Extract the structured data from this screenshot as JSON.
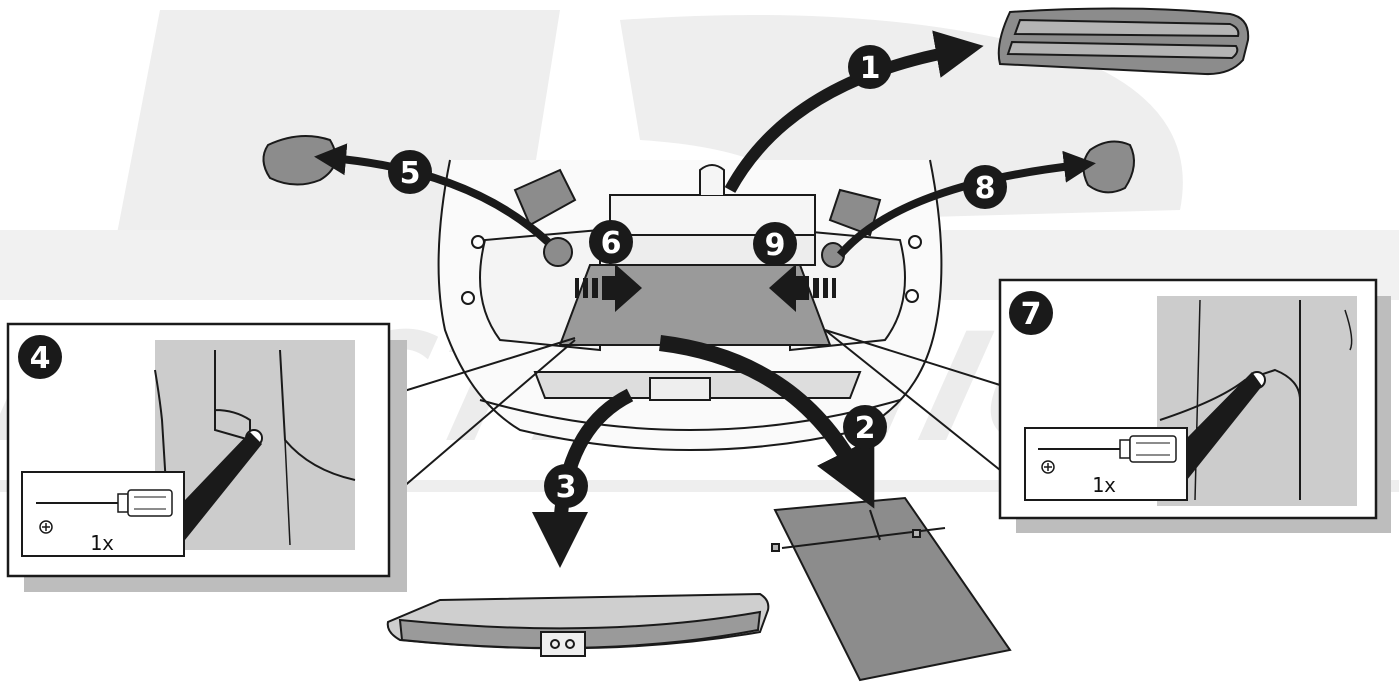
{
  "watermark": {
    "text": "ELECTRONICS"
  },
  "steps": [
    {
      "number": "1"
    },
    {
      "number": "2"
    },
    {
      "number": "3"
    },
    {
      "number": "4"
    },
    {
      "number": "5"
    },
    {
      "number": "6"
    },
    {
      "number": "7"
    },
    {
      "number": "8"
    },
    {
      "number": "9"
    }
  ],
  "detail_left": {
    "screw_quantity": "1x",
    "tool": "screwdriver-icon",
    "screw_type": "phillips-screw-icon"
  },
  "detail_right": {
    "screw_quantity": "1x",
    "tool": "screwdriver-icon",
    "screw_type": "phillips-screw-icon"
  },
  "colors": {
    "badge": "#1a1a1a",
    "part_fill": "#8c8c8c",
    "panel_fill": "#cccccc",
    "watermark": "#ececec",
    "outline": "#1a1a1a"
  }
}
